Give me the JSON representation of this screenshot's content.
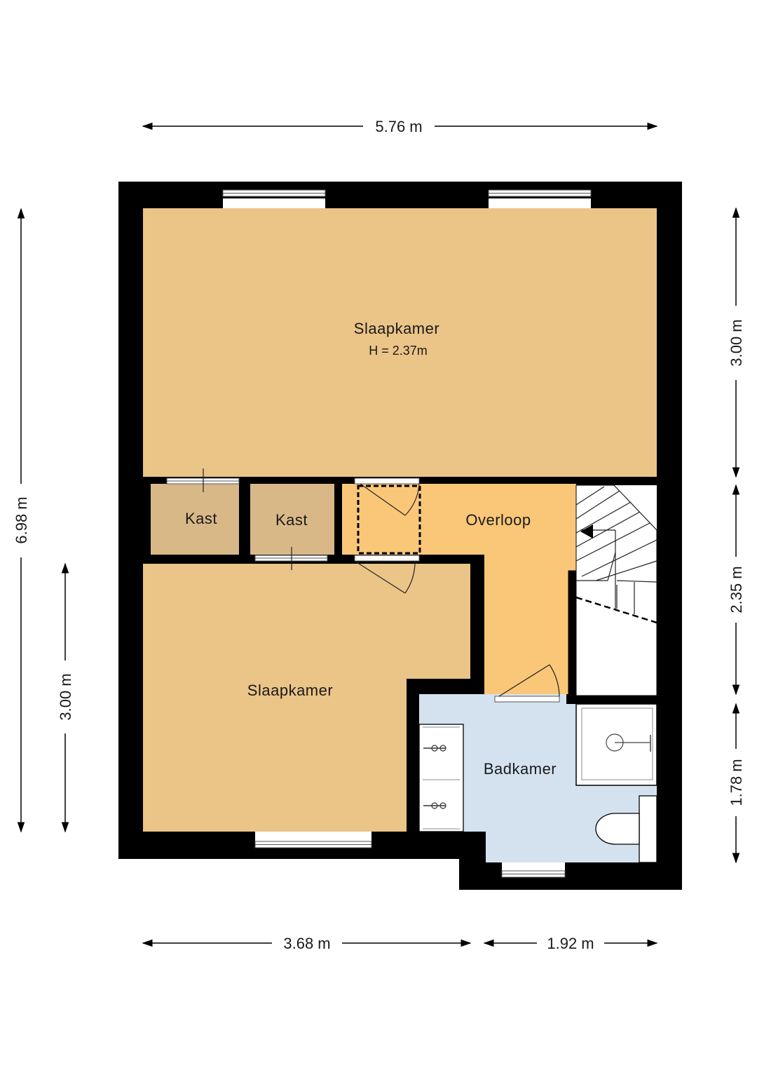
{
  "colors": {
    "bedroom": "#EBC488",
    "storage": "#D9B888",
    "landing": "#FAC778",
    "bathroom": "#D4E2F0",
    "wall": "#000000"
  },
  "rooms": {
    "bedroom_top": {
      "name": "Slaapkamer",
      "height": "H = 2.37m"
    },
    "closet_1": {
      "name": "Kast"
    },
    "closet_2": {
      "name": "Kast"
    },
    "landing": {
      "name": "Overloop"
    },
    "bedroom_bottom": {
      "name": "Slaapkamer"
    },
    "bathroom": {
      "name": "Badkamer"
    }
  },
  "dimensions": {
    "total_width": "5.76 m",
    "total_depth": "6.98 m",
    "right_top": "3.00 m",
    "right_middle": "2.35 m",
    "right_bottom": "1.78 m",
    "left_bottom": "3.00 m",
    "bottom_left": "3.68 m",
    "bottom_right": "1.92 m"
  }
}
